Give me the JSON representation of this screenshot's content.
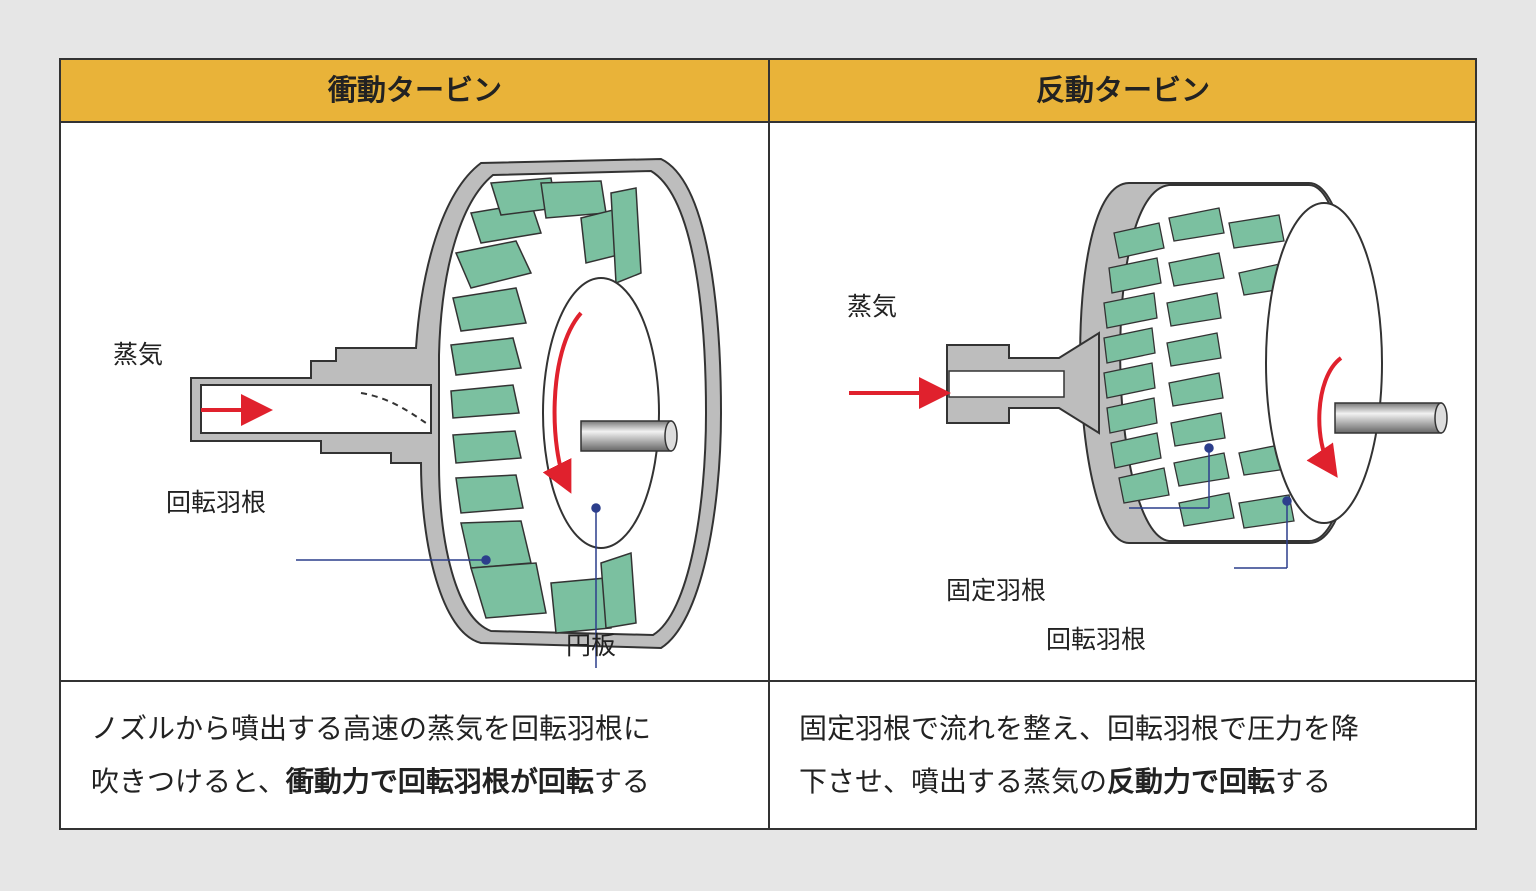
{
  "headers": {
    "impulse": "衝動タービン",
    "reaction": "反動タービン"
  },
  "impulse_labels": {
    "steam": "蒸気",
    "rotating_blades": "回転羽根",
    "disk": "円板"
  },
  "reaction_labels": {
    "steam": "蒸気",
    "fixed_blades": "固定羽根",
    "rotating_blades": "回転羽根"
  },
  "captions": {
    "impulse": {
      "line1": "ノズルから噴出する高速の蒸気を回転羽根に",
      "line2_pre": "吹きつけると、",
      "line2_b1": "衝動力で回転羽根が回転",
      "line2_post": "する"
    },
    "reaction": {
      "line1": "固定羽根で流れを整え、回転羽根で圧力を降",
      "line2_pre": "下させ、噴出する蒸気の",
      "line2_b1": "反動力で回転",
      "line2_post": "する"
    }
  },
  "colors": {
    "header_bg": "#e9b339",
    "blade_green": "#7bc0a0",
    "arrow_red": "#e0212d",
    "leader_blue": "#2c3e8c"
  }
}
